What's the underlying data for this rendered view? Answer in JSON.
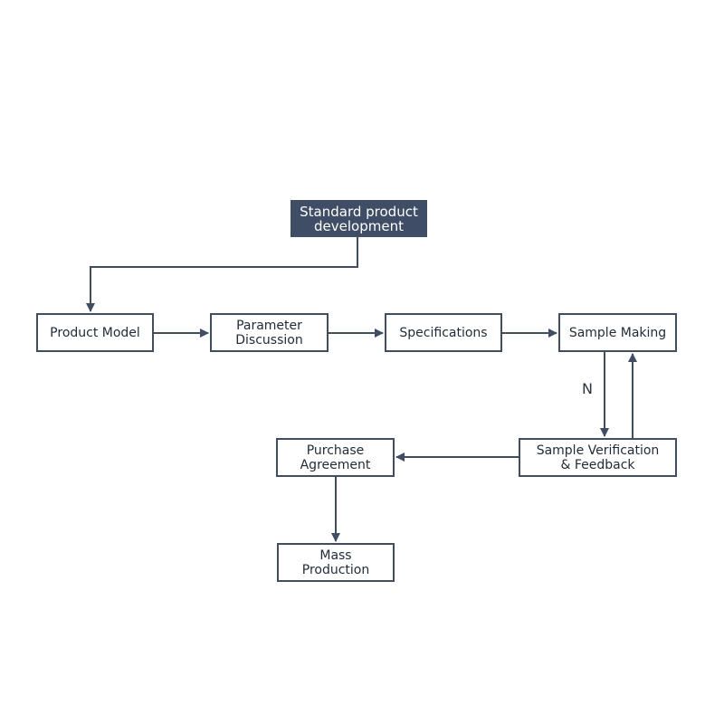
{
  "colors": {
    "primary": "#3f4e66",
    "text": "#1f2a3a",
    "background": "#ffffff"
  },
  "nodes": {
    "standard": "Standard product\ndevelopment",
    "product_model": "Product Model",
    "parameter": "Parameter\nDiscussion",
    "specifications": "Specifications",
    "sample_making": "Sample Making",
    "verification": "Sample Verification\n& Feedback",
    "purchase": "Purchase\nAgreement",
    "mass": "Mass\nProduction"
  },
  "edge_labels": {
    "no": "N"
  }
}
